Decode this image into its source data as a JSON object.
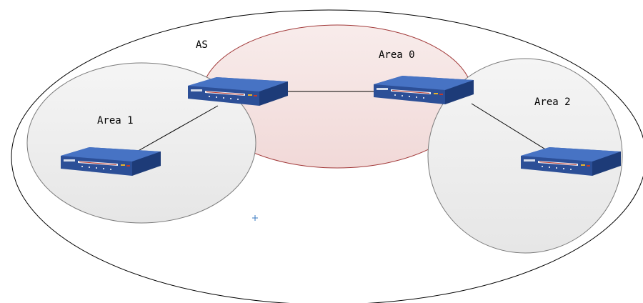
{
  "labels": {
    "as": "AS",
    "area0": "Area 0",
    "area1": "Area 1",
    "area2": "Area 2"
  },
  "colors": {
    "as_boundary": "#000000",
    "area0_fill": "#f6e4e3",
    "area0_stroke": "#a23a3a",
    "area_fill": "#efefef",
    "area_stroke": "#7a7a7a",
    "link": "#000000",
    "router_body": "#2c4f97",
    "router_panel": "#1d3b78"
  },
  "nodes": [
    {
      "id": "router-area0-left",
      "icon": "router-icon"
    },
    {
      "id": "router-area0-right",
      "icon": "router-icon"
    },
    {
      "id": "router-area1",
      "icon": "router-icon"
    },
    {
      "id": "router-area2",
      "icon": "router-icon"
    }
  ],
  "links": [
    {
      "from": "router-area0-left",
      "to": "router-area0-right"
    },
    {
      "from": "router-area0-left",
      "to": "router-area1"
    },
    {
      "from": "router-area0-right",
      "to": "router-area2"
    }
  ]
}
